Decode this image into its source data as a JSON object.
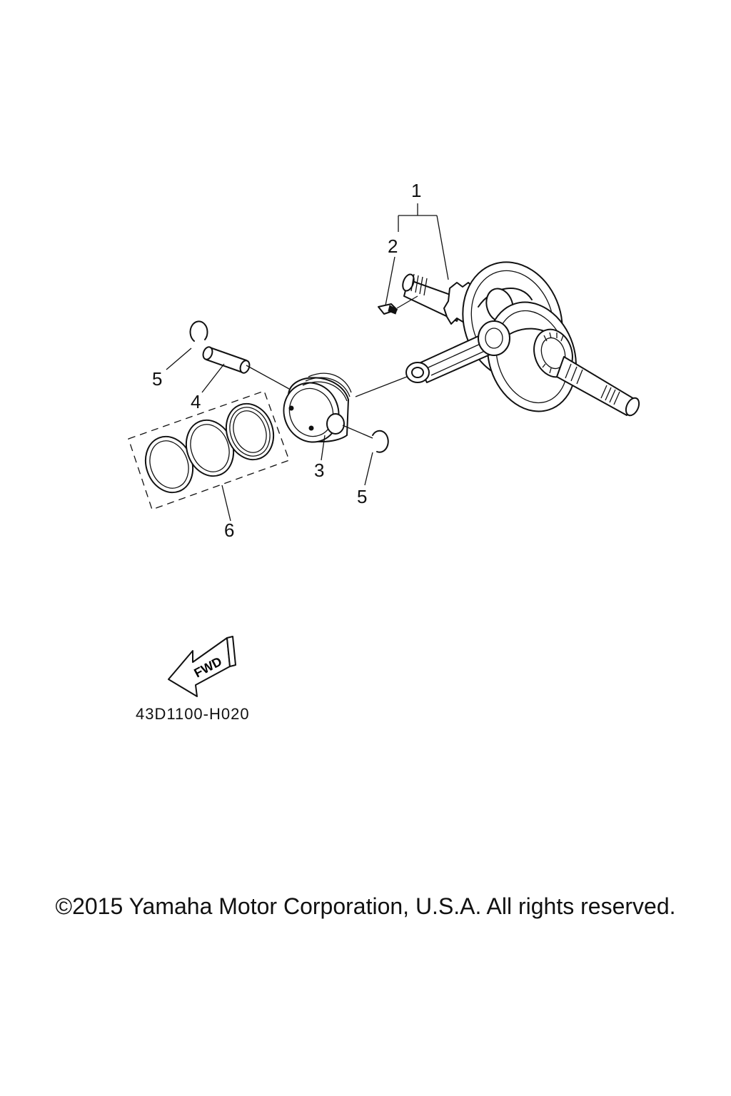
{
  "callouts": {
    "c1": "1",
    "c2": "2",
    "c3": "3",
    "c4": "4",
    "c5a": "5",
    "c5b": "5",
    "c6": "6"
  },
  "fwd_label": "FWD",
  "part_code": "43D1100-H020",
  "copyright": "©2015 Yamaha Motor Corporation, U.S.A. All rights reserved."
}
